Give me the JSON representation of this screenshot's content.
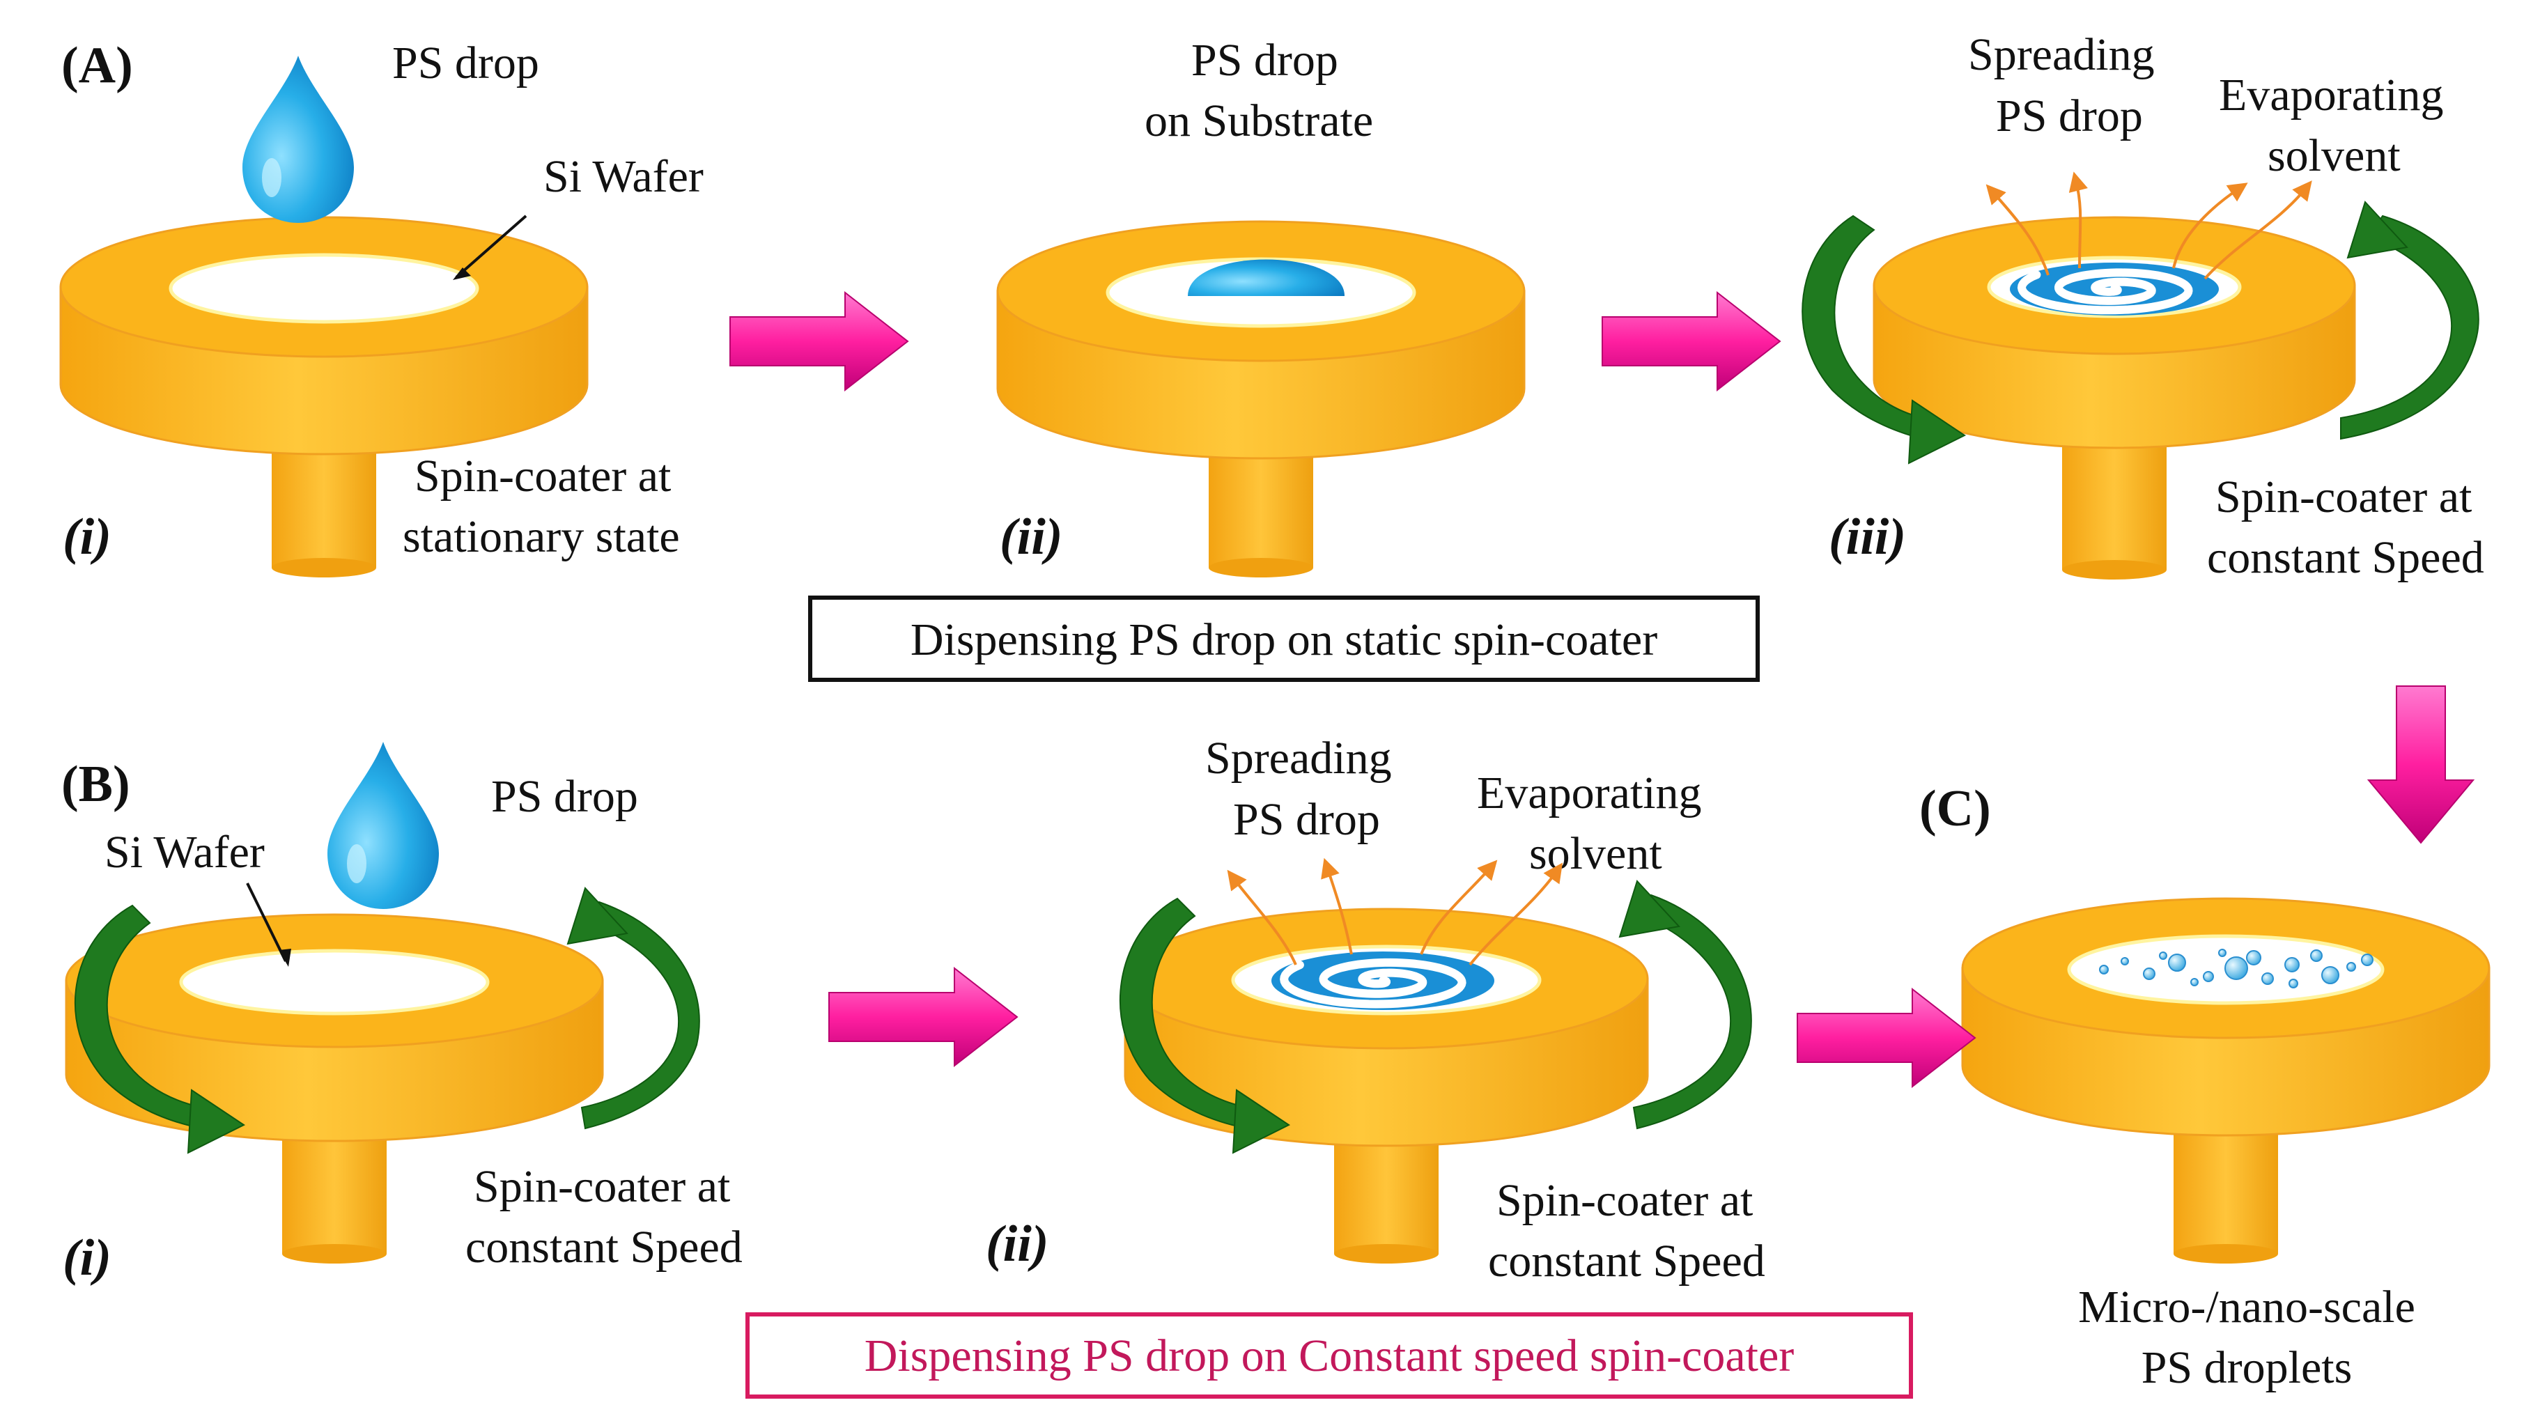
{
  "panels": {
    "A": {
      "label": "(A)",
      "step_i": {
        "roman": "(i)",
        "drop": "PS drop",
        "wafer": "Si Wafer",
        "status": [
          "Spin-coater at",
          "stationary state"
        ]
      },
      "step_ii": {
        "roman": "(ii)",
        "drop": [
          "PS drop",
          "on Substrate"
        ]
      },
      "step_iii": {
        "roman": "(iii)",
        "spreading": [
          "Spreading",
          "PS drop"
        ],
        "evaporating": [
          "Evaporating",
          "solvent"
        ],
        "status": [
          "Spin-coater at",
          "constant Speed"
        ]
      },
      "caption": "Dispensing PS drop on static spin-coater"
    },
    "B": {
      "label": "(B)",
      "step_i": {
        "roman": "(i)",
        "drop": "PS drop",
        "wafer": "Si Wafer",
        "status": [
          "Spin-coater at",
          "constant Speed"
        ]
      },
      "step_ii": {
        "roman": "(ii)",
        "spreading": [
          "Spreading",
          "PS drop"
        ],
        "evaporating": [
          "Evaporating",
          "solvent"
        ],
        "status": [
          "Spin-coater at",
          "constant Speed"
        ]
      },
      "caption": "Dispensing PS drop on Constant speed spin-coater"
    },
    "C": {
      "label": "(C)",
      "result": [
        "Micro-/nano-scale",
        "PS droplets"
      ]
    }
  },
  "colors": {
    "coater": "#fbb41b",
    "coater_dark": "#e8950b",
    "coater_edge": "#f0a020",
    "wafer": "#ffffff",
    "drop": "#1fa2e6",
    "rotation": "#1f7a1f",
    "flow_arrow": "#ff1fa0",
    "vapor": "#f08a24",
    "caption_pink": "#c2185b"
  },
  "icons": [
    "rotation-arrow-icon",
    "flow-arrow-icon",
    "drop-icon",
    "vapor-arrow-icon"
  ]
}
